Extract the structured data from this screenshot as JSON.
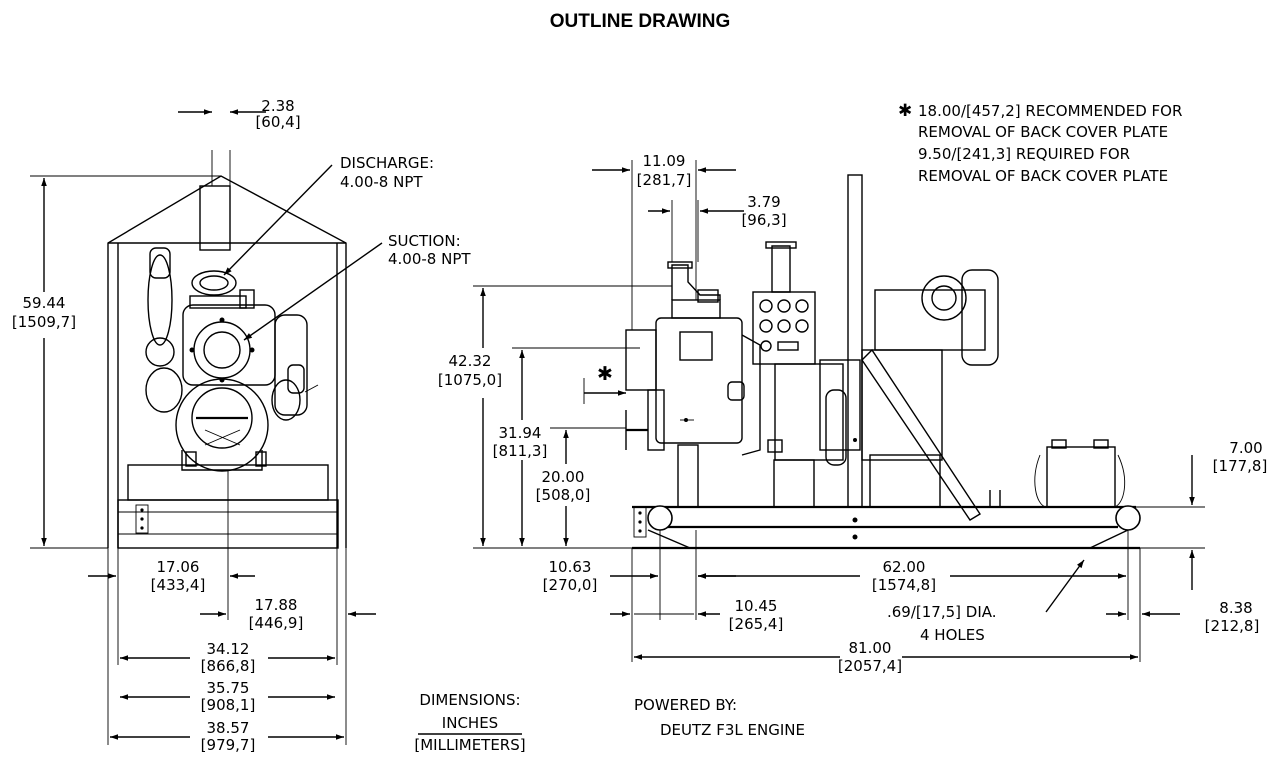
{
  "title": "OUTLINE DRAWING",
  "front_view": {
    "top_offset": {
      "inch": "2.38",
      "mm": "[60,4]"
    },
    "height": {
      "inch": "59.44",
      "mm": "[1509,7]"
    },
    "discharge": {
      "line1": "DISCHARGE:",
      "line2": "4.00-8 NPT"
    },
    "suction": {
      "line1": "SUCTION:",
      "line2": "4.00-8 NPT"
    },
    "half_width_left": {
      "inch": "17.06",
      "mm": "[433,4]"
    },
    "half_width_right": {
      "inch": "17.88",
      "mm": "[446,9]"
    },
    "width_1": {
      "inch": "34.12",
      "mm": "[866,8]"
    },
    "width_2": {
      "inch": "35.75",
      "mm": "[908,1]"
    },
    "width_3": {
      "inch": "38.57",
      "mm": "[979,7]"
    }
  },
  "side_view": {
    "top_width": {
      "inch": "11.09",
      "mm": "[281,7]"
    },
    "inlet_offset": {
      "inch": "3.79",
      "mm": "[96,3]"
    },
    "height_1": {
      "inch": "42.32",
      "mm": "[1075,0]"
    },
    "height_2": {
      "inch": "31.94",
      "mm": "[811,3]"
    },
    "height_3": {
      "inch": "20.00",
      "mm": "[508,0]"
    },
    "skid_height": {
      "inch": "7.00",
      "mm": "[177,8]"
    },
    "left_offset": {
      "inch": "10.63",
      "mm": "[270,0]"
    },
    "hole_spacing": {
      "inch": "62.00",
      "mm": "[1574,8]"
    },
    "hole_offset": {
      "inch": "10.45",
      "mm": "[265,4]"
    },
    "holes": {
      "line1": ".69/[17,5] DIA.",
      "line2": "4 HOLES"
    },
    "right_offset": {
      "inch": "8.38",
      "mm": "[212,8]"
    },
    "overall_length": {
      "inch": "81.00",
      "mm": "[2057,4]"
    }
  },
  "notes": {
    "star": "✱",
    "line1": "18.00/[457,2] RECOMMENDED FOR",
    "line2": "REMOVAL OF BACK COVER PLATE",
    "line3": "9.50/[241,3] REQUIRED FOR",
    "line4": "REMOVAL OF BACK COVER PLATE"
  },
  "legend": {
    "label": "DIMENSIONS:",
    "units_top": "INCHES",
    "units_bottom": "[MILLIMETERS]"
  },
  "powered": {
    "line1": "POWERED BY:",
    "line2": "DEUTZ F3L ENGINE"
  }
}
